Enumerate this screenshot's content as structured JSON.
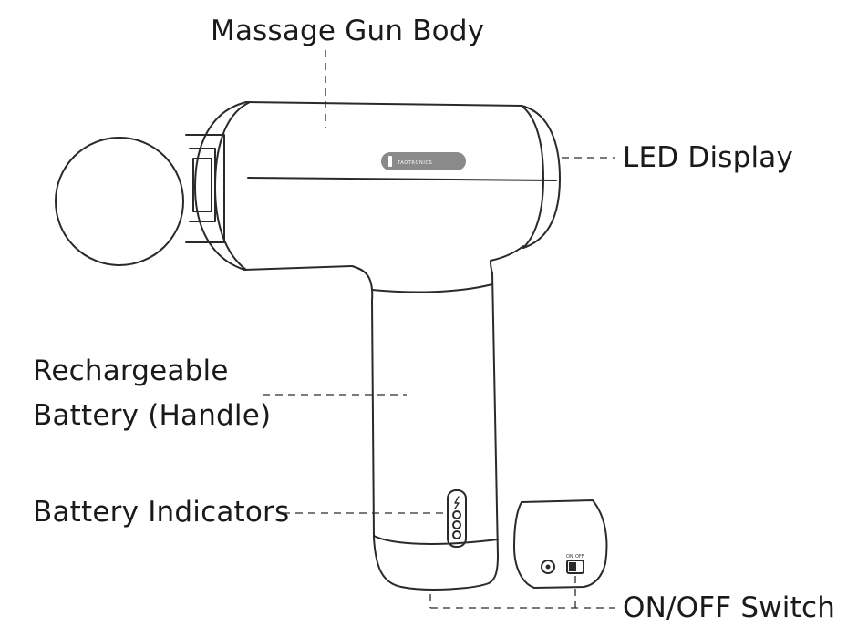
{
  "labels": {
    "body": "Massage Gun Body",
    "display": "LED Display",
    "battery_line1": "Rechargeable",
    "battery_line2": "Battery (Handle)",
    "indicators": "Battery Indicators",
    "switch": "ON/OFF Switch"
  },
  "device": {
    "brand": "TAOTRONICS",
    "switch_on": "ON",
    "switch_off": "OFF",
    "charge_symbol": "⚡"
  },
  "colors": {
    "line": "#2a2a2a",
    "text": "#1a1a1a",
    "badge": "#8a8a8a"
  }
}
